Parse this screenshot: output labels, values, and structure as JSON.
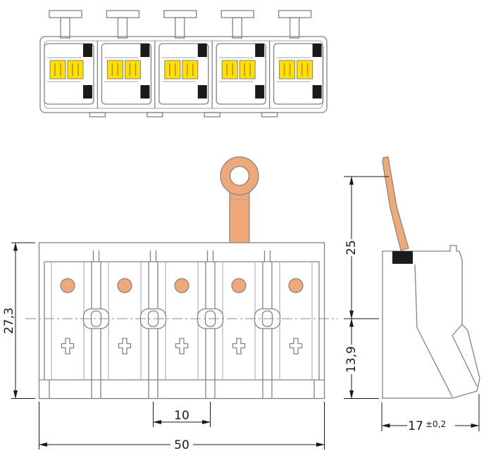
{
  "drawing": {
    "dimensions": {
      "height_mm": "27,3",
      "width_mm": "50",
      "pitch_mm": "10",
      "upper_mm": "25",
      "lower_mm": "13,9",
      "depth_mm": "17",
      "depth_tolerance": "±0,2"
    },
    "colors": {
      "copper": "#efa878",
      "yellow": "#ffe000",
      "line_grey": "#828282",
      "dimension_black": "#1a1a1a"
    }
  }
}
